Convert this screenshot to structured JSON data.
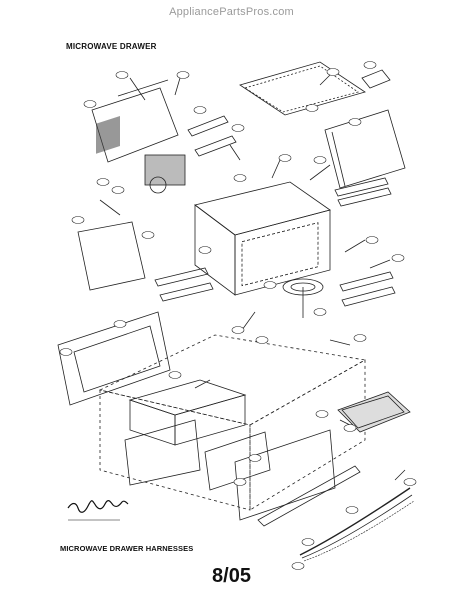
{
  "watermark": "AppliancePartsPros.com",
  "title_top": "MICROWAVE DRAWER",
  "title_bottom": "MICROWAVE DRAWER HARNESSES",
  "date_code": "8/05"
}
